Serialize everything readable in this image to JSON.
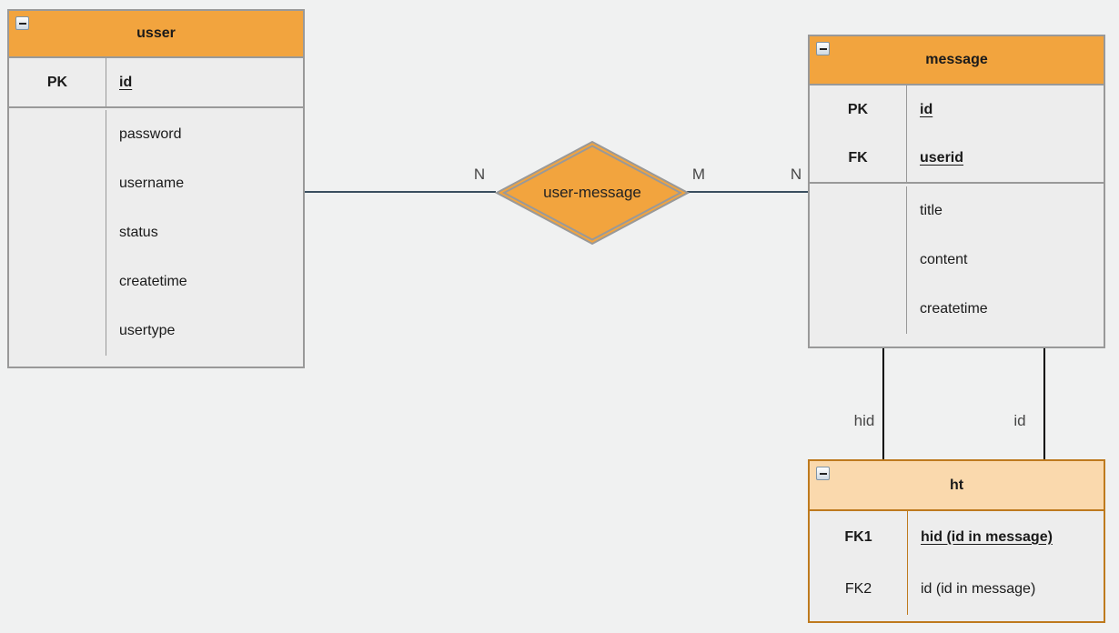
{
  "colors": {
    "canvas-bg": "#f0f1f1",
    "cell-fill": "#ededed",
    "header-orange": "#f2a43e",
    "gray-border": "#999999",
    "ht-header-fill": "#fad9ad",
    "ht-border": "#be7a1e",
    "edge-dark": "#3a4f5f",
    "edge-black": "#000000",
    "text": "#1a1a1a",
    "label-text": "#474747"
  },
  "icons": {
    "collapse": "minus-in-box"
  },
  "entities": {
    "usser": {
      "title": "usser",
      "keys": [
        {
          "key": "PK",
          "field": "id"
        }
      ],
      "fields": [
        "password",
        "username",
        "status",
        "createtime",
        "usertype"
      ]
    },
    "message": {
      "title": "message",
      "keys": [
        {
          "key": "PK",
          "field": "id"
        },
        {
          "key": "FK",
          "field": "userid"
        }
      ],
      "fields": [
        "title",
        "content",
        "createtime"
      ]
    },
    "ht": {
      "title": "ht",
      "rows": [
        {
          "key": "FK1",
          "field": "hid (id in message)"
        },
        {
          "key": "FK2",
          "field": "id (id in message)"
        }
      ]
    }
  },
  "relationship": {
    "label": "user-message"
  },
  "edge_labels": {
    "usser_side_n": "N",
    "diamond_side_m": "M",
    "message_side_n": "N",
    "hid_edge": "hid",
    "id_edge": "id"
  }
}
